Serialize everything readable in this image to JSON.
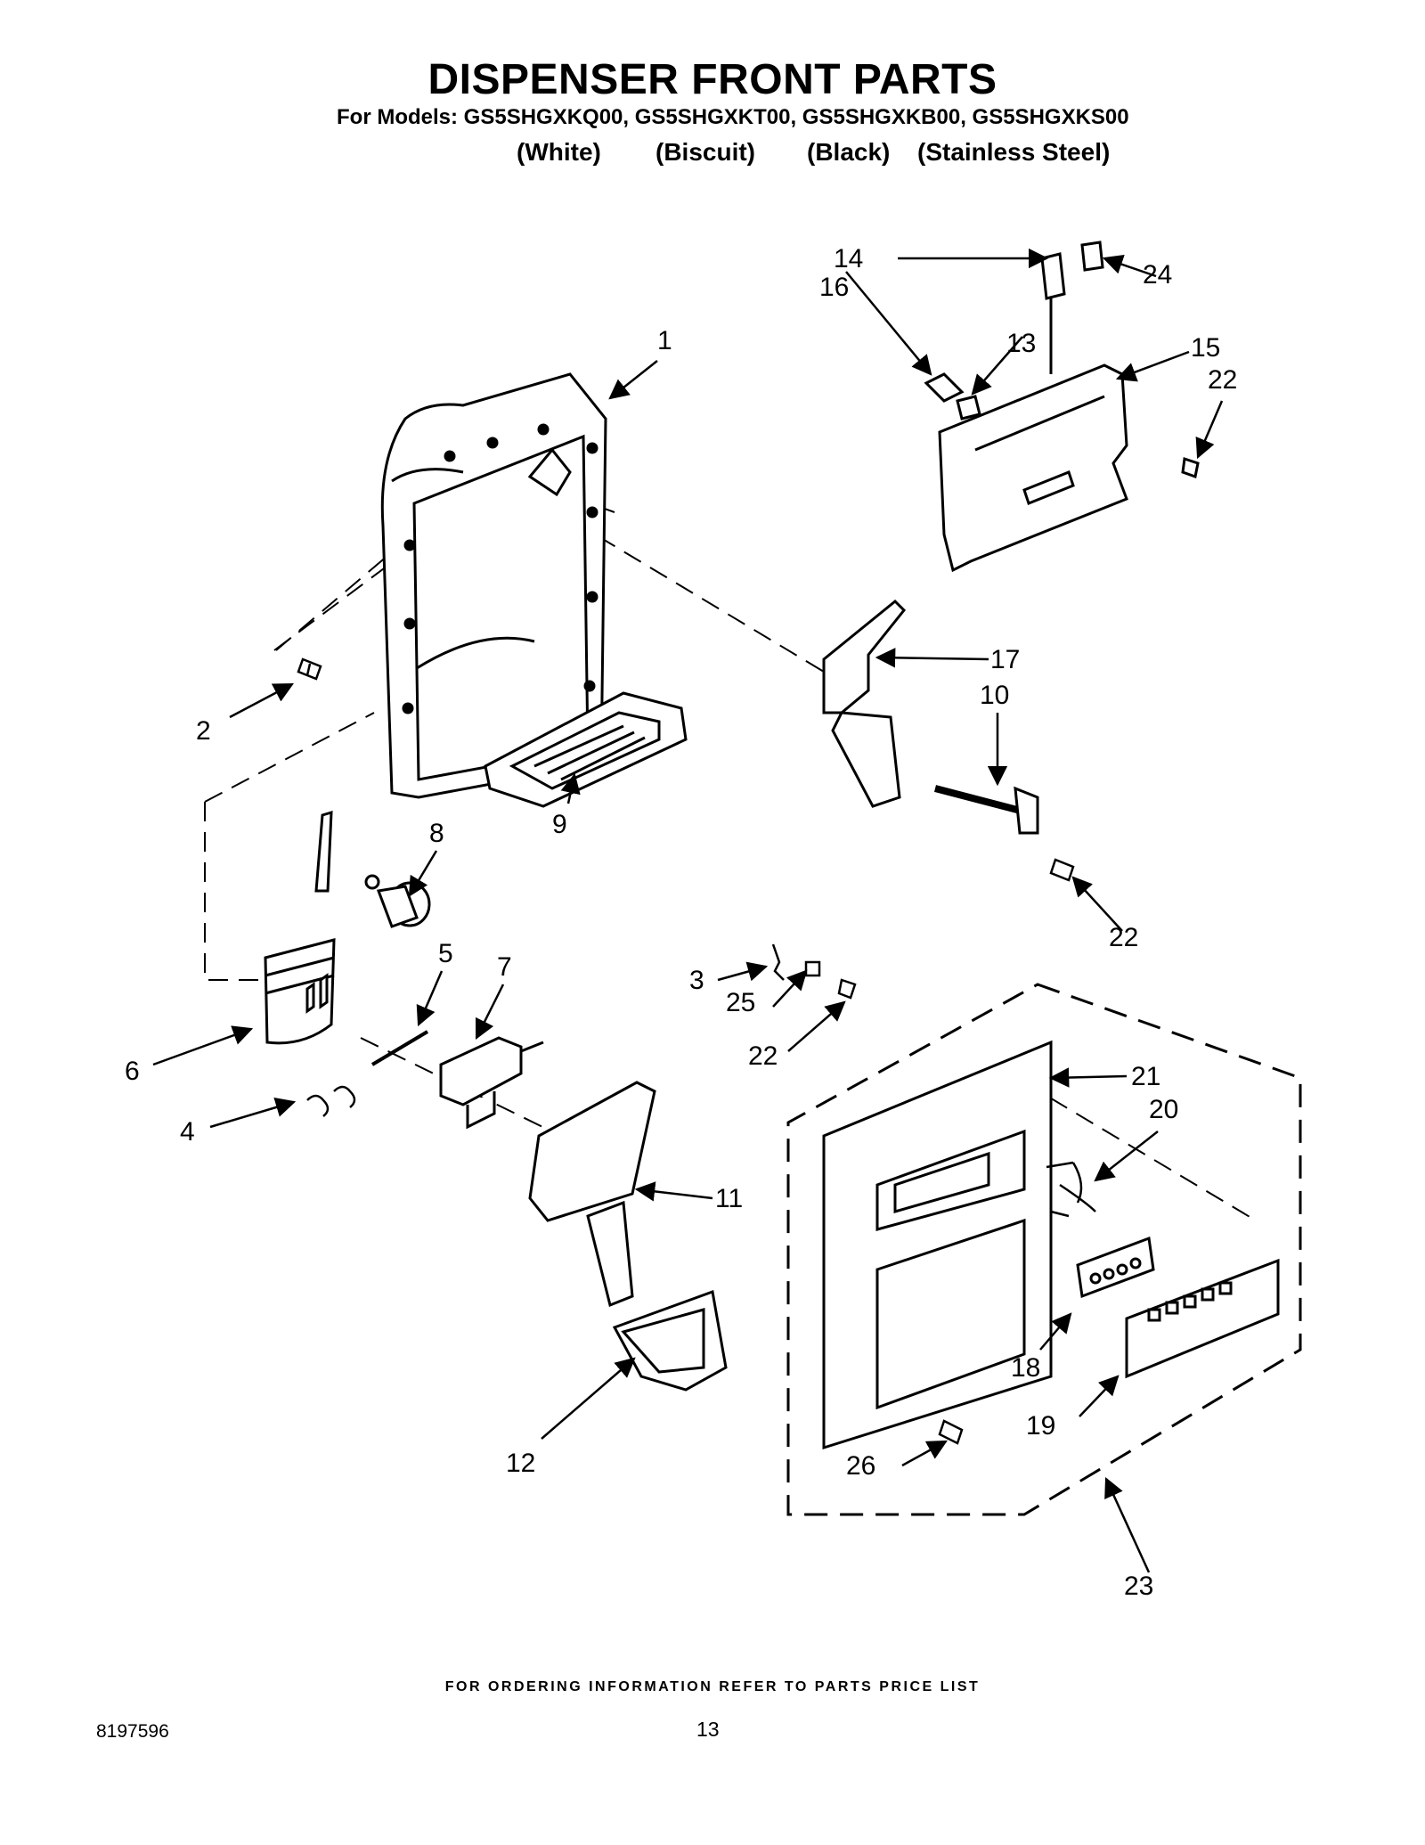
{
  "header": {
    "title": "DISPENSER FRONT PARTS",
    "models_line": "For Models: GS5SHGXKQ00, GS5SHGXKT00, GS5SHGXKB00, GS5SHGXKS00",
    "finishes": [
      "(White)",
      "(Biscuit)",
      "(Black)",
      "(Stainless Steel)"
    ]
  },
  "callouts": [
    {
      "id": "1",
      "label": "1"
    },
    {
      "id": "2",
      "label": "2"
    },
    {
      "id": "3",
      "label": "3"
    },
    {
      "id": "4",
      "label": "4"
    },
    {
      "id": "5",
      "label": "5"
    },
    {
      "id": "6",
      "label": "6"
    },
    {
      "id": "7",
      "label": "7"
    },
    {
      "id": "8",
      "label": "8"
    },
    {
      "id": "9",
      "label": "9"
    },
    {
      "id": "10",
      "label": "10"
    },
    {
      "id": "11",
      "label": "11"
    },
    {
      "id": "12",
      "label": "12"
    },
    {
      "id": "13",
      "label": "13"
    },
    {
      "id": "14",
      "label": "14"
    },
    {
      "id": "15",
      "label": "15"
    },
    {
      "id": "16",
      "label": "16"
    },
    {
      "id": "17",
      "label": "17"
    },
    {
      "id": "18",
      "label": "18"
    },
    {
      "id": "19",
      "label": "19"
    },
    {
      "id": "20",
      "label": "20"
    },
    {
      "id": "21",
      "label": "21"
    },
    {
      "id": "22a",
      "label": "22"
    },
    {
      "id": "22b",
      "label": "22"
    },
    {
      "id": "22c",
      "label": "22"
    },
    {
      "id": "23",
      "label": "23"
    },
    {
      "id": "24",
      "label": "24"
    },
    {
      "id": "25",
      "label": "25"
    },
    {
      "id": "26",
      "label": "26"
    }
  ],
  "footer": {
    "note": "FOR ORDERING INFORMATION REFER TO PARTS PRICE LIST",
    "doc_number": "8197596",
    "page_number": "13"
  }
}
